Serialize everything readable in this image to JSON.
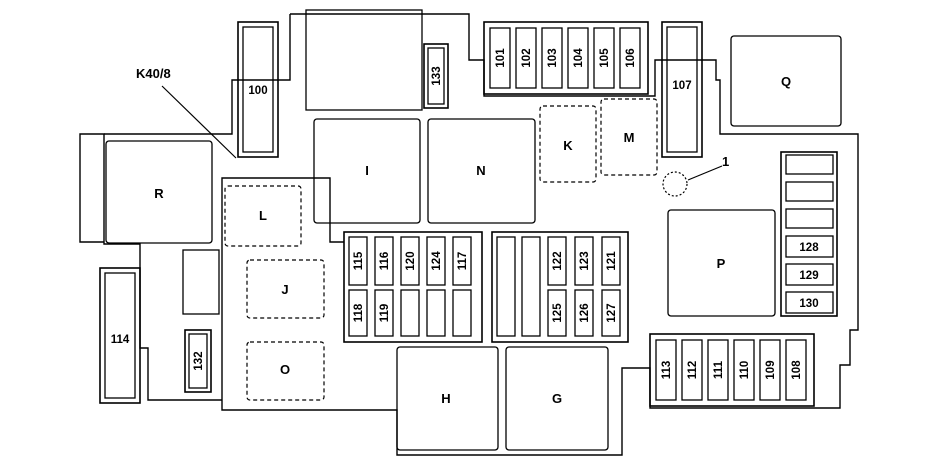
{
  "diagram": {
    "relays": {
      "R": "R",
      "I": "I",
      "N": "N",
      "K": "K",
      "M": "M",
      "Q": "Q",
      "P": "P",
      "L": "L",
      "J": "J",
      "O": "O",
      "H": "H",
      "G": "G"
    },
    "callouts": {
      "k40_8": "K40/8",
      "one": "1"
    },
    "fuses": {
      "f100": "100",
      "f107": "107",
      "f114": "114",
      "f132": "132",
      "f133": "133",
      "f101": "101",
      "f102": "102",
      "f103": "103",
      "f104": "104",
      "f105": "105",
      "f106": "106",
      "f115": "115",
      "f116": "116",
      "f120": "120",
      "f124": "124",
      "f117": "117",
      "f118": "118",
      "f119": "119",
      "f122": "122",
      "f123": "123",
      "f121": "121",
      "f125": "125",
      "f126": "126",
      "f127": "127",
      "f128": "128",
      "f129": "129",
      "f130": "130",
      "f113": "113",
      "f112": "112",
      "f111": "111",
      "f110": "110",
      "f109": "109",
      "f108": "108"
    }
  }
}
